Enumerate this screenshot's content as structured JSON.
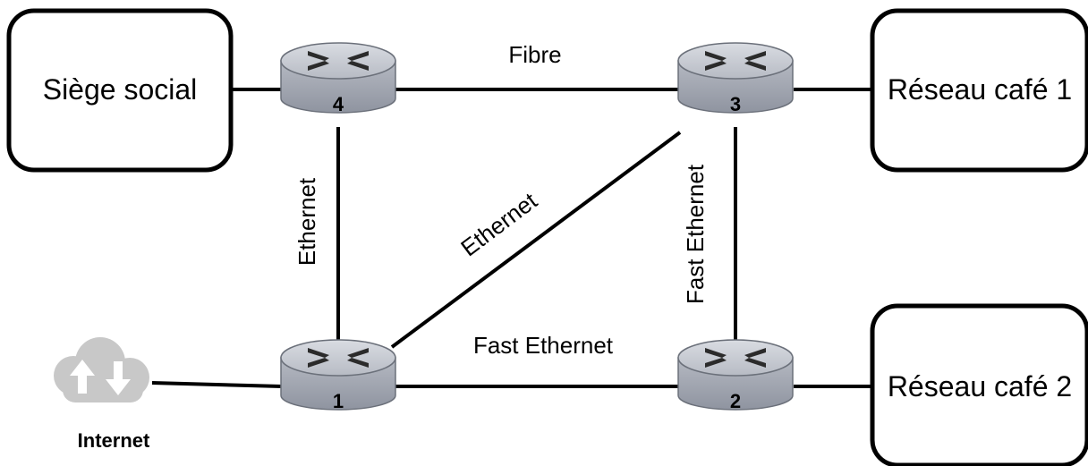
{
  "nodes": {
    "siege_social": "Siège social",
    "cafe1": "Réseau café 1",
    "cafe2": "Réseau café 2",
    "internet": "Internet"
  },
  "routers": {
    "r1": "1",
    "r2": "2",
    "r3": "3",
    "r4": "4"
  },
  "links": {
    "r4_r3": "Fibre",
    "r4_r1": "Ethernet",
    "r1_r3": "Ethernet",
    "r3_r2": "Fast Ethernet",
    "r1_r2": "Fast Ethernet"
  },
  "colors": {
    "router_top": "#c9ccd4",
    "router_side": "#9da2ad",
    "cloud": "#c8c8c8"
  }
}
